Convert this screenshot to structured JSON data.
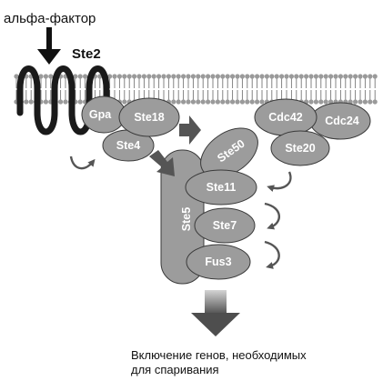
{
  "labels": {
    "ligand": "альфа-фактор",
    "receptor": "Ste2",
    "caption_line1": "Включение генов, необходимых",
    "caption_line2": "для спаривания"
  },
  "proteins": {
    "gpa": "Gpa",
    "ste18": "Ste18",
    "ste4": "Ste4",
    "ste50": "Ste50",
    "ste5": "Ste5",
    "ste11": "Ste11",
    "ste7": "Ste7",
    "fus3": "Fus3",
    "cdc42": "Cdc42",
    "cdc24": "Cdc24",
    "ste20": "Ste20"
  },
  "colors": {
    "protein_fill": "#9c9c9c",
    "protein_stroke": "#3a3a3a",
    "membrane_head": "#9a9a9a",
    "receptor_coil": "#1a1a1a",
    "arrow_dark": "#555555",
    "output_arrow_top": "#cfcfcf",
    "output_arrow_bottom": "#505050"
  }
}
